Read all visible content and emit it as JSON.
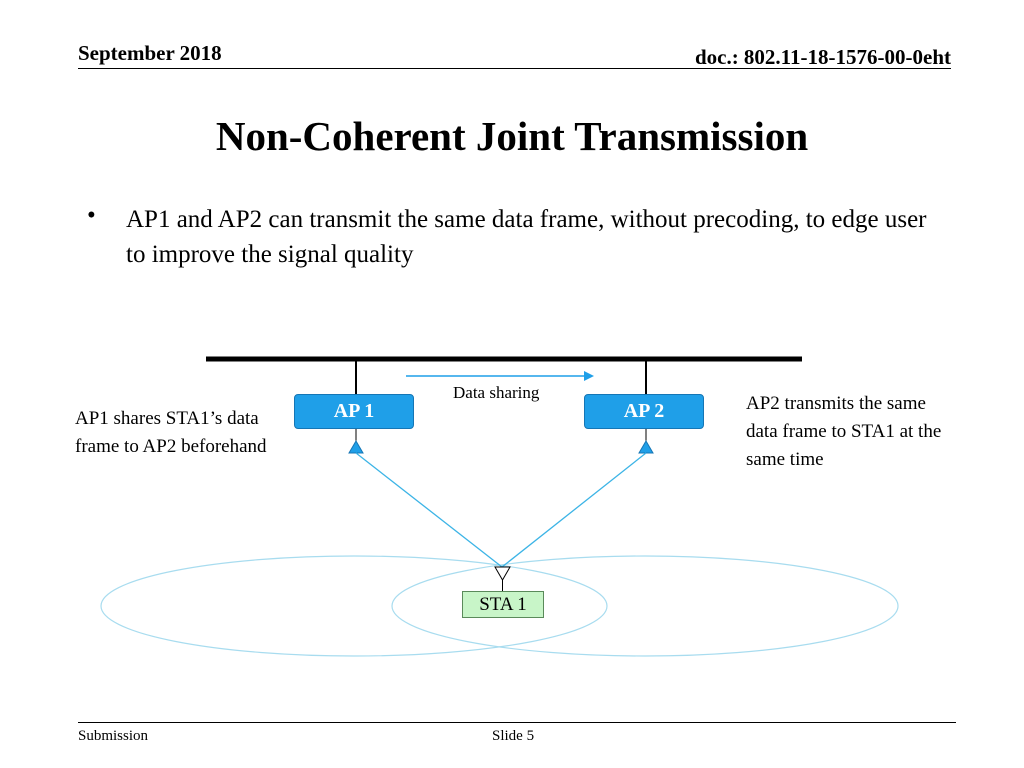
{
  "header": {
    "date": "September 2018",
    "doc_id": "doc.: 802.11-18-1576-00-0eht"
  },
  "slide": {
    "title": "Non-Coherent Joint Transmission",
    "bullets": [
      "AP1 and AP2 can transmit the same data frame, without precoding, to edge user to improve the signal quality"
    ]
  },
  "diagram": {
    "ap1_label": "AP 1",
    "ap2_label": "AP 2",
    "sta_label": "STA 1",
    "sharing_label": "Data sharing",
    "note_left": "AP1 shares STA1’s data frame to AP2 beforehand",
    "note_right": "AP2 transmits the same data frame to STA1 at the same time",
    "colors": {
      "ap_fill": "#1f9fe8",
      "sta_fill": "#c8f5c8",
      "link": "#3cb4e6",
      "coverage": "#a8dcef"
    }
  },
  "footer": {
    "left": "Submission",
    "center": "Slide 5"
  }
}
